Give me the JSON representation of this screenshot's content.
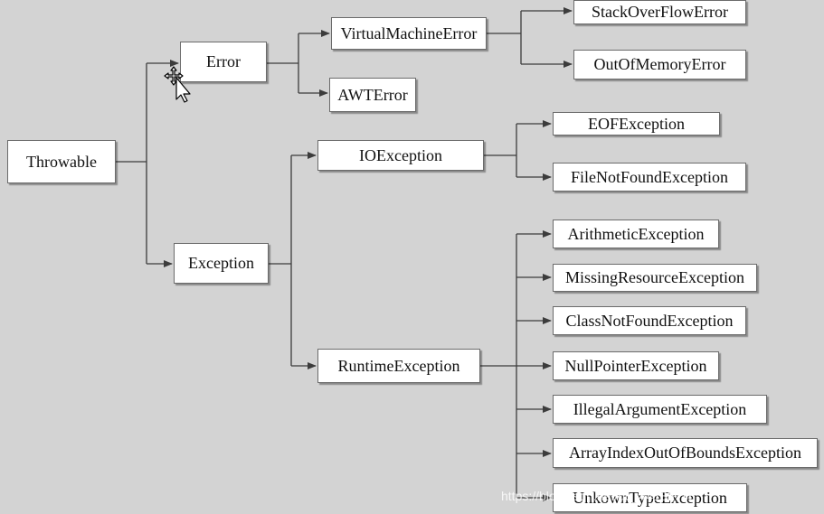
{
  "nodes": {
    "throwable": "Throwable",
    "error": "Error",
    "exception": "Exception",
    "virtual_machine_error": "VirtualMachineError",
    "awt_error": "AWTError",
    "stack_overflow_error": "StackOverFlowError",
    "out_of_memory_error": "OutOfMemoryError",
    "io_exception": "IOException",
    "eof_exception": "EOFException",
    "file_not_found_exception": "FileNotFoundException",
    "runtime_exception": "RuntimeException",
    "arithmetic_exception": "ArithmeticException",
    "missing_resource_exception": "MissingResourceException",
    "class_not_found_exception": "ClassNotFoundException",
    "null_pointer_exception": "NullPointerException",
    "illegal_argument_exception": "IllegalArgumentException",
    "array_index_out_of_bounds_exception": "ArrayIndexOutOfBoundsException",
    "unknown_type_exception": "UnkownTypeException"
  },
  "watermark": "https://blog.csdn.net/qq_44185736",
  "colors": {
    "background": "#d3d3d3",
    "node_fill": "#ffffff",
    "connector": "#3c3c3c"
  },
  "cursor_icon": "move-cursor-icon"
}
